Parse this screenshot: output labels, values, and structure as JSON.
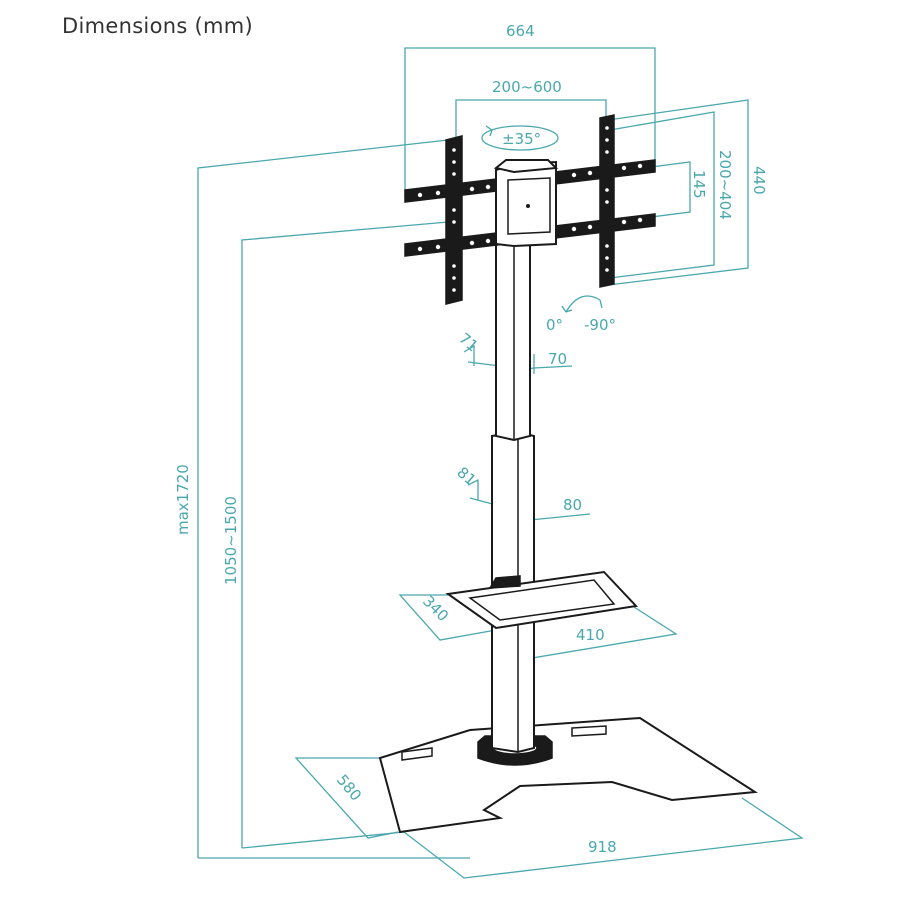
{
  "title": "Dimensions (mm)",
  "dimensions": {
    "vesa_width_max": "664",
    "vesa_width_range": "200~600",
    "swivel": "±35°",
    "vesa_height_max": "440",
    "vesa_height_range": "200~404",
    "vesa_inner": "145",
    "tilt_start": "0°",
    "tilt_end": "-90°",
    "upper_pole_depth": "71",
    "upper_pole_width": "70",
    "lower_pole_depth": "81",
    "lower_pole_width": "80",
    "shelf_depth": "340",
    "shelf_width": "410",
    "max_height": "max1720",
    "height_range": "1050~1500",
    "base_depth": "580",
    "base_width": "918"
  },
  "colors": {
    "dimension": "#4aa8ad",
    "object": "#1a1a1a"
  }
}
